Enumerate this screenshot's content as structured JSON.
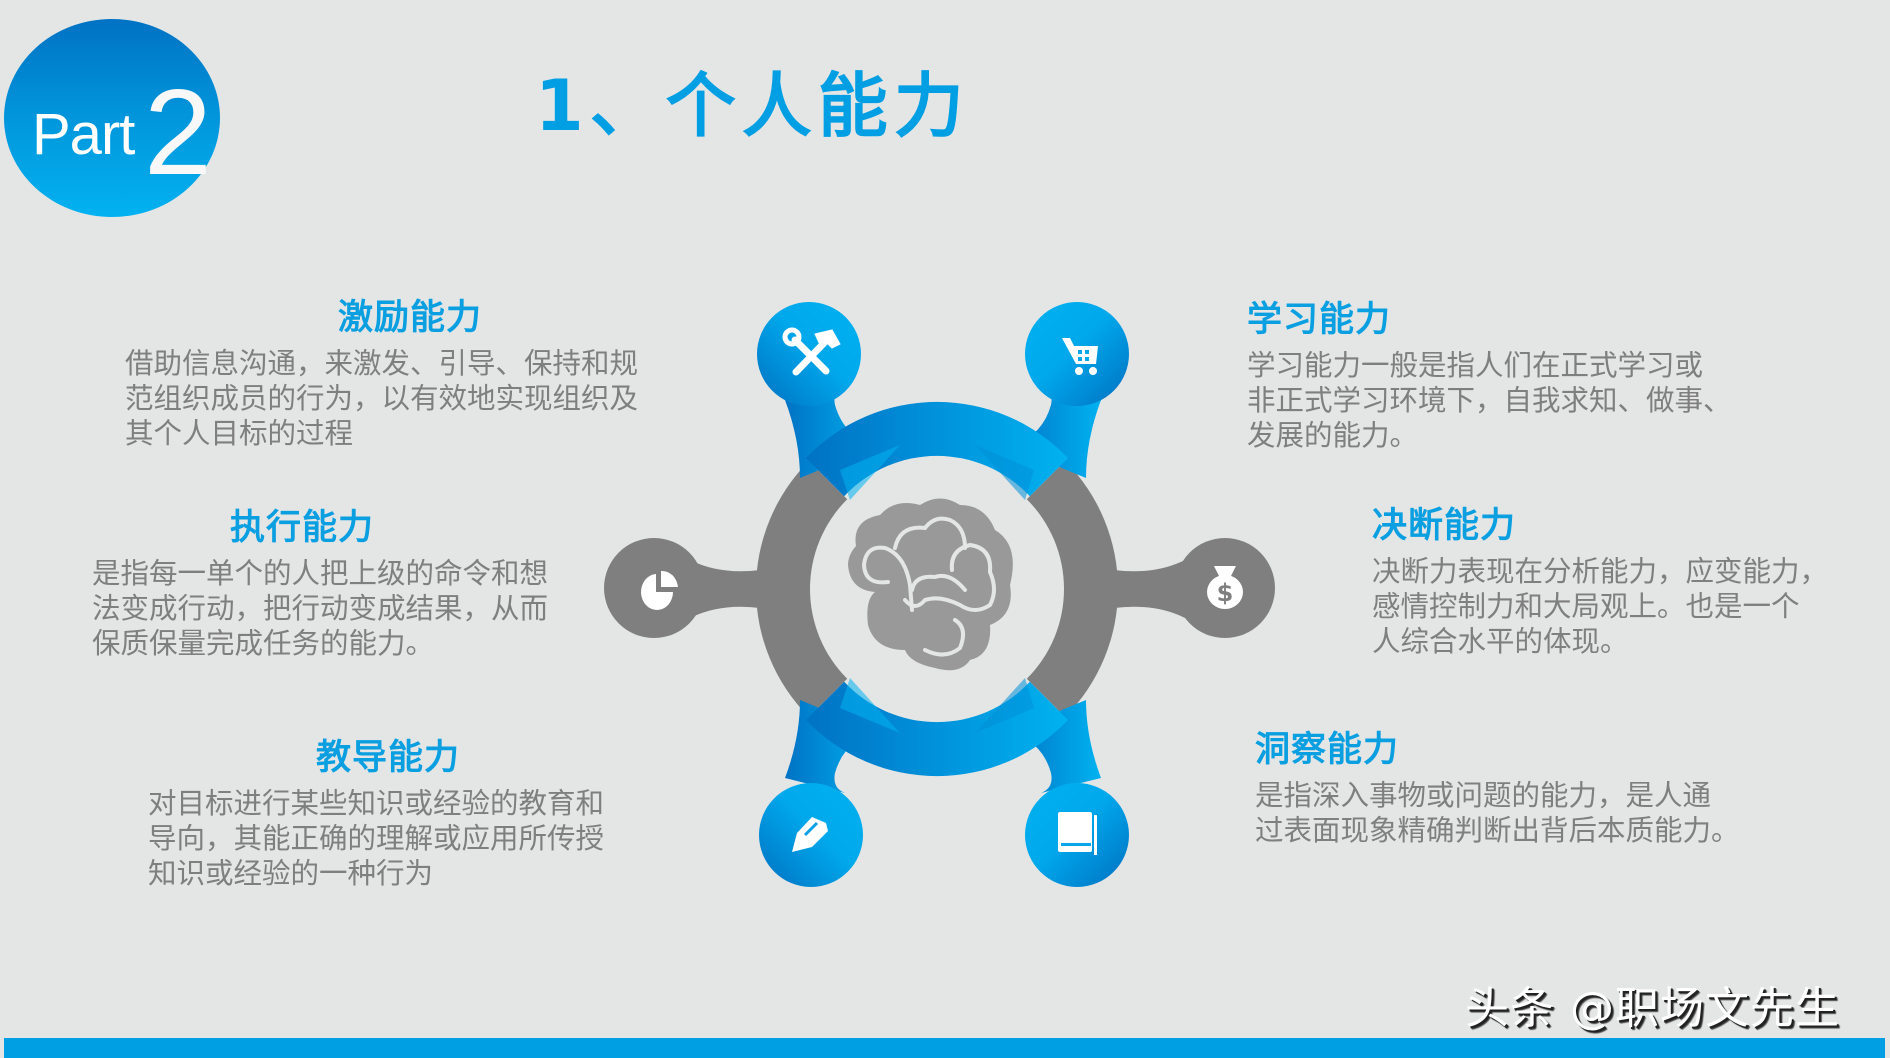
{
  "badge": {
    "word": "Part",
    "number": "2"
  },
  "title": "1、个人能力",
  "colors": {
    "background": "#E4E6E6",
    "accent": "#009FE3",
    "blue_dark": "#0070C0",
    "blue_light": "#00B0F0",
    "ring_gray": "#7F7F7F",
    "brain_gray": "#999999",
    "body_text": "#7F7F7F"
  },
  "diagram": {
    "center_icon": "brain-icon",
    "nodes": [
      {
        "position": "top-left",
        "icon": "tools-icon",
        "color": "blue",
        "links_to": "激励能力"
      },
      {
        "position": "top-right",
        "icon": "shopping-cart-icon",
        "color": "blue",
        "links_to": "学习能力"
      },
      {
        "position": "left",
        "icon": "pie-chart-icon",
        "color": "gray",
        "links_to": "执行能力"
      },
      {
        "position": "right",
        "icon": "money-bag-icon",
        "color": "gray",
        "links_to": "决断能力"
      },
      {
        "position": "bottom-left",
        "icon": "pen-icon",
        "color": "blue",
        "links_to": "教导能力"
      },
      {
        "position": "bottom-right",
        "icon": "book-icon",
        "color": "blue",
        "links_to": "洞察能力"
      }
    ]
  },
  "abilities": {
    "motivation": {
      "heading": "激励能力",
      "lines": [
        "借助信息沟通，来激发、引导、保持和规",
        "范组织成员的行为，以有效地实现组织及",
        "其个人目标的过程"
      ]
    },
    "execution": {
      "heading": "执行能力",
      "lines": [
        "是指每一单个的人把上级的命令和想",
        "法变成行动，把行动变成结果，从而",
        "保质保量完成任务的能力。"
      ]
    },
    "coaching": {
      "heading": "教导能力",
      "lines": [
        "对目标进行某些知识或经验的教育和",
        "导向，其能正确的理解或应用所传授",
        "知识或经验的一种行为"
      ]
    },
    "learning": {
      "heading": "学习能力",
      "lines": [
        "学习能力一般是指人们在正式学习或",
        "非正式学习环境下，自我求知、做事、",
        "发展的能力。"
      ]
    },
    "decision": {
      "heading": "决断能力",
      "lines": [
        "决断力表现在分析能力，应变能力，",
        "感情控制力和大局观上。也是一个",
        "人综合水平的体现。"
      ]
    },
    "insight": {
      "heading": "洞察能力",
      "lines": [
        "是指深入事物或问题的能力，是人通",
        "过表面现象精确判断出背后本质能力。"
      ]
    }
  },
  "watermark": "头条 @职场文先生"
}
